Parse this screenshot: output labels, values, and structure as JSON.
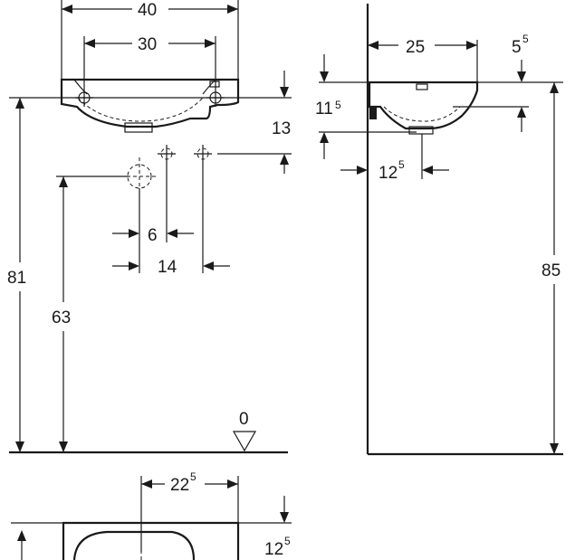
{
  "dimensions": {
    "basin_width": "40",
    "tap_hole_spacing": "30",
    "overflow_height": "13",
    "outlet_offset": "6",
    "supply_spacing": "14",
    "rim_height_front": "81",
    "outlet_height": "63",
    "floor_zero": "0",
    "depth": "25",
    "back_rim": "5",
    "back_rim_sup": "5",
    "basin_height": "11",
    "basin_height_sup": "5",
    "outlet_wall_offset": "12",
    "outlet_wall_offset_sup": "5",
    "rim_height_side": "85",
    "plan_half_depth": "22",
    "plan_half_depth_sup": "5",
    "plan_offset": "12",
    "plan_offset_sup": "5"
  }
}
